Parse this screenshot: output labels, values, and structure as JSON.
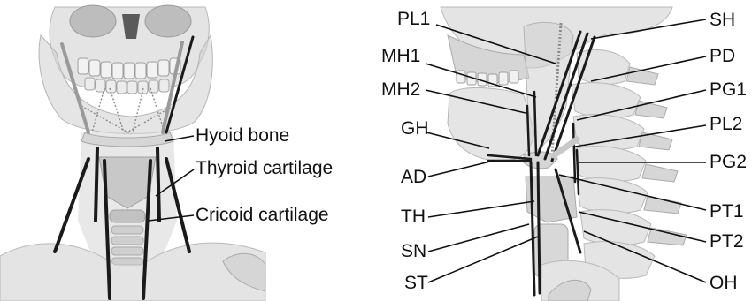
{
  "left_panel": {
    "labels": [
      {
        "id": "hyoid",
        "text": "Hyoid bone"
      },
      {
        "id": "thyroid",
        "text": "Thyroid cartilage"
      },
      {
        "id": "cricoid",
        "text": "Cricoid cartilage"
      }
    ]
  },
  "right_panel": {
    "labels": [
      {
        "id": "PL1",
        "text": "PL1"
      },
      {
        "id": "MH1",
        "text": "MH1"
      },
      {
        "id": "MH2",
        "text": "MH2"
      },
      {
        "id": "GH",
        "text": "GH"
      },
      {
        "id": "AD",
        "text": "AD"
      },
      {
        "id": "TH",
        "text": "TH"
      },
      {
        "id": "SN",
        "text": "SN"
      },
      {
        "id": "ST",
        "text": "ST"
      },
      {
        "id": "SH",
        "text": "SH"
      },
      {
        "id": "PD",
        "text": "PD"
      },
      {
        "id": "PG1",
        "text": "PG1"
      },
      {
        "id": "PL2",
        "text": "PL2"
      },
      {
        "id": "PG2",
        "text": "PG2"
      },
      {
        "id": "PT1",
        "text": "PT1"
      },
      {
        "id": "PT2",
        "text": "PT2"
      },
      {
        "id": "OH",
        "text": "OH"
      }
    ]
  }
}
